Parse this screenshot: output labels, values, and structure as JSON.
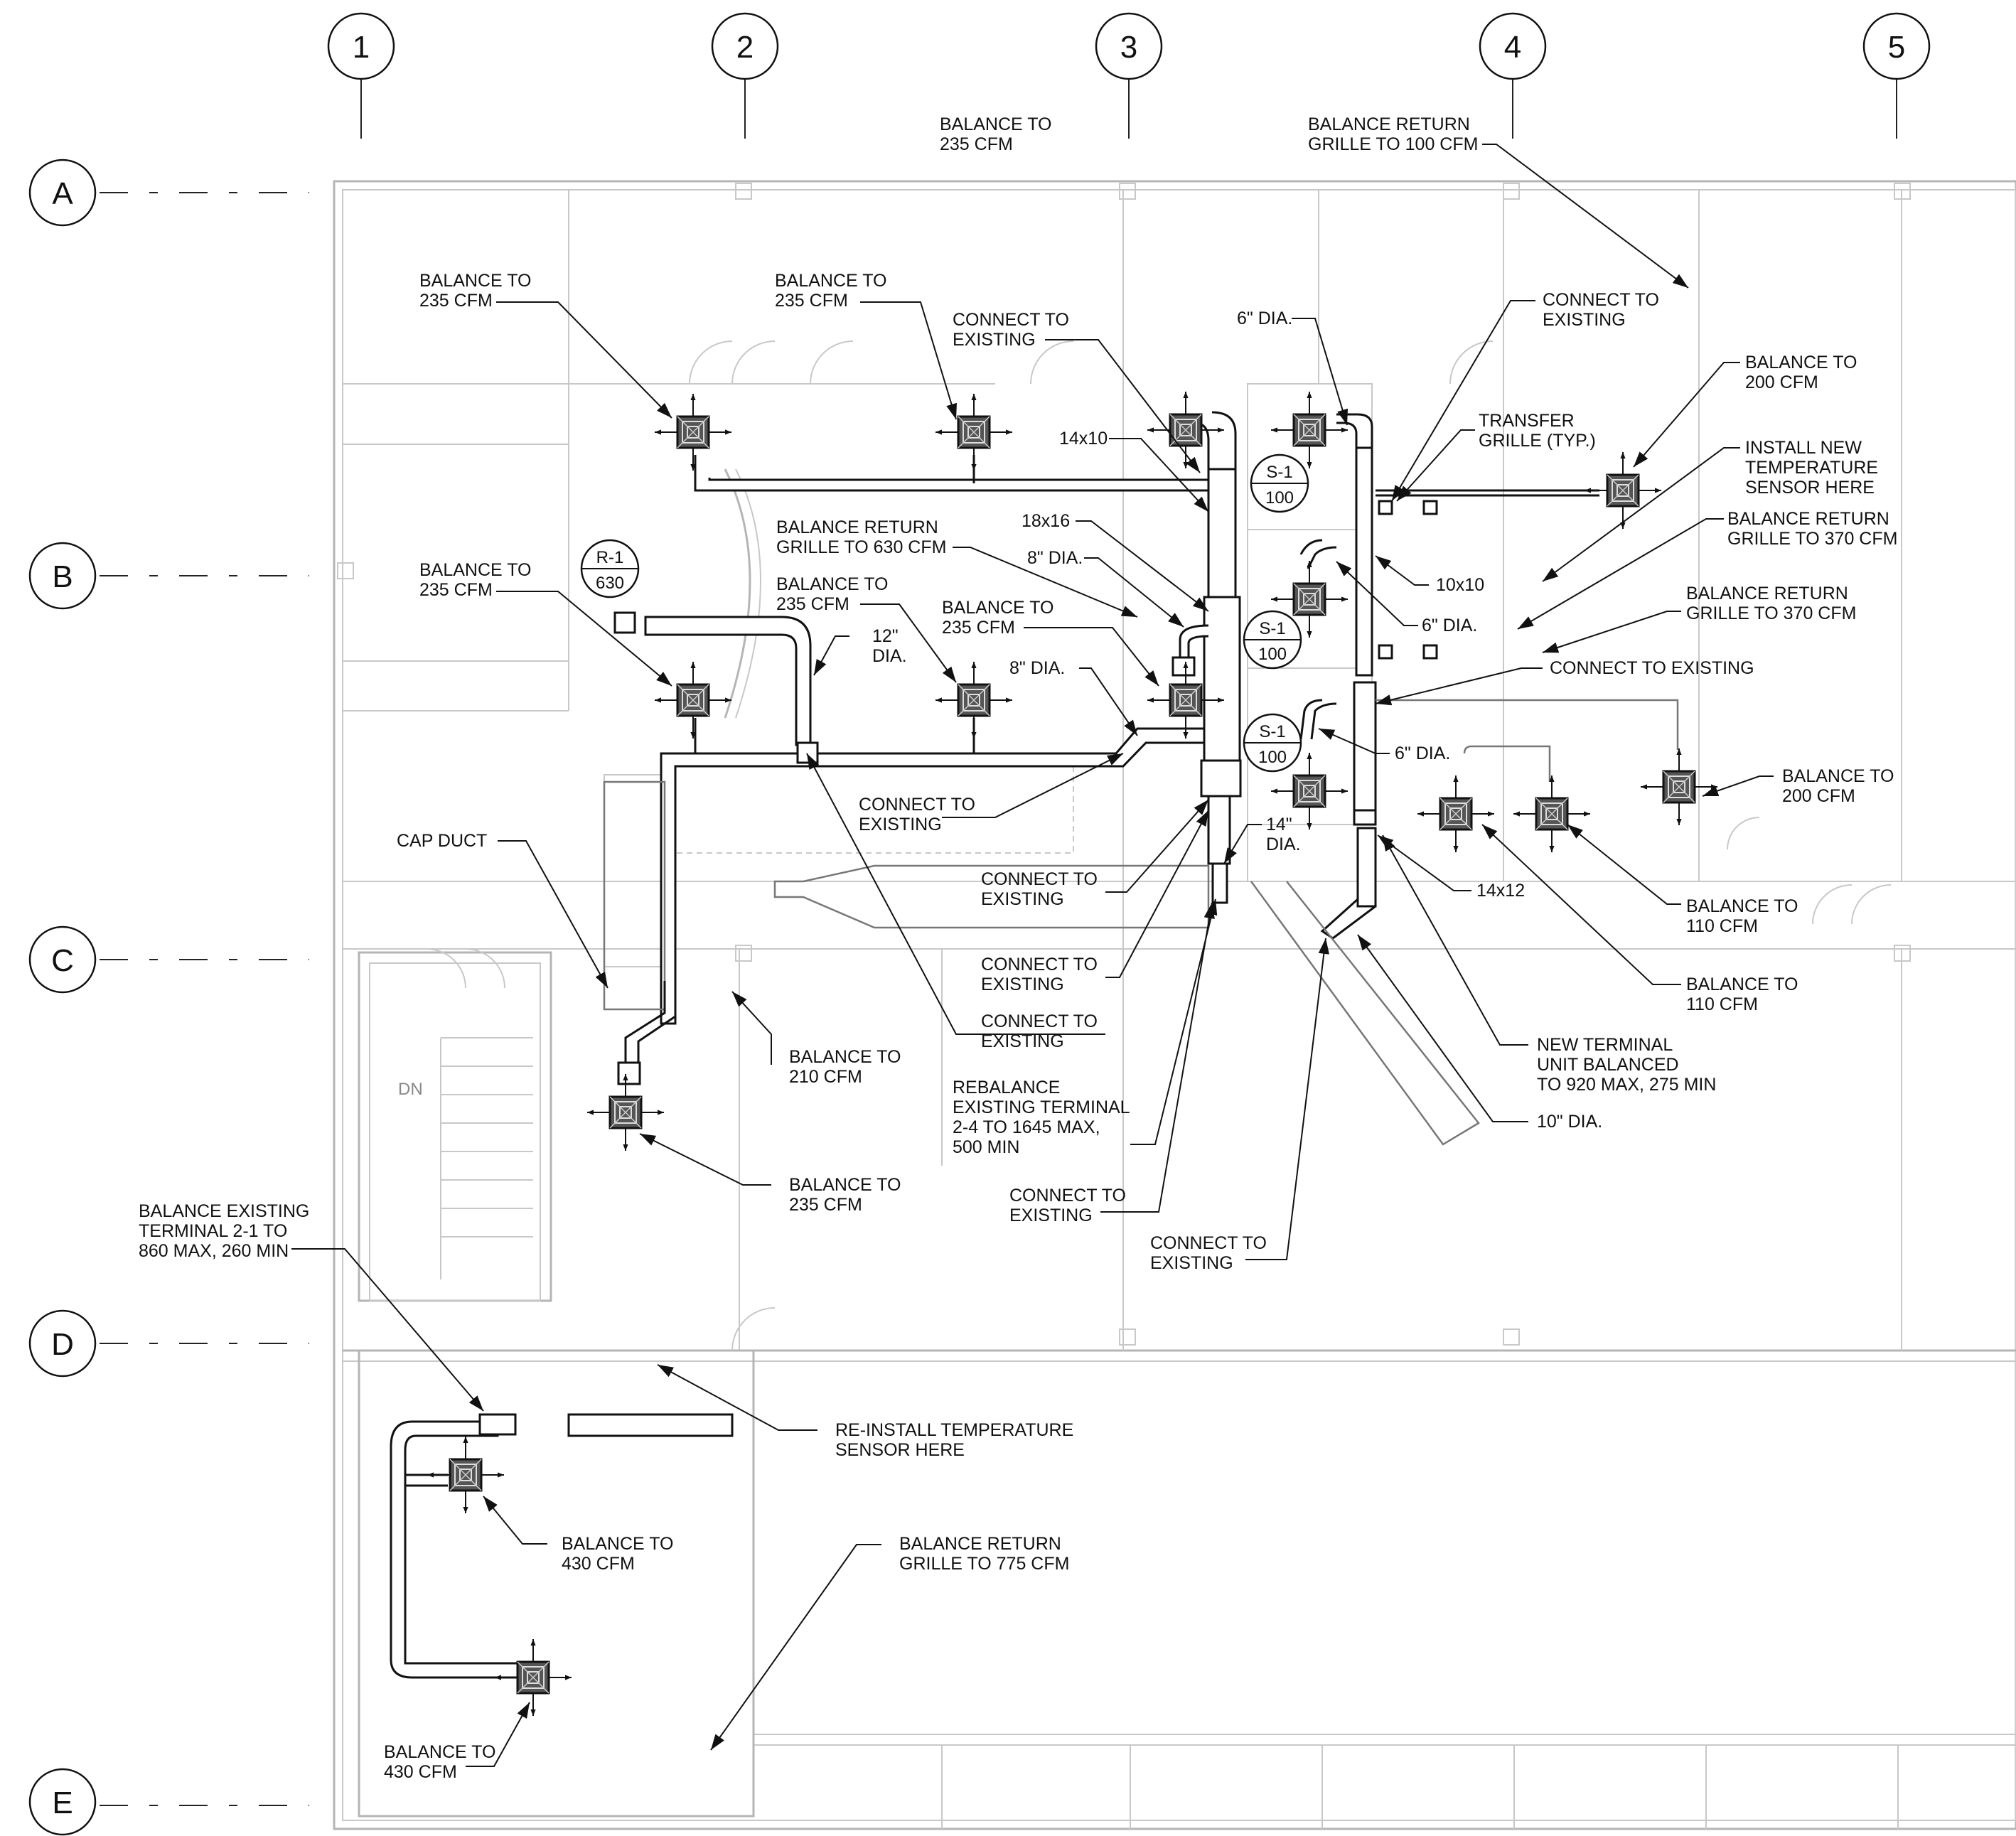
{
  "grid": {
    "columns": [
      "1",
      "2",
      "3",
      "4",
      "5"
    ],
    "rows": [
      "A",
      "B",
      "C",
      "D",
      "E"
    ]
  },
  "tags": [
    {
      "id": "tag-r1",
      "top": "R-1",
      "bottom": "630"
    },
    {
      "id": "tag-s1-a",
      "top": "S-1",
      "bottom": "100"
    },
    {
      "id": "tag-s1-b",
      "top": "S-1",
      "bottom": "100"
    },
    {
      "id": "tag-s1-c",
      "top": "S-1",
      "bottom": "100"
    }
  ],
  "stair_label": "DN",
  "notes": [
    {
      "id": "n1",
      "lines": [
        "BALANCE TO",
        "235 CFM"
      ]
    },
    {
      "id": "n2",
      "lines": [
        "BALANCE RETURN",
        "GRILLE TO 100 CFM"
      ]
    },
    {
      "id": "n3",
      "lines": [
        "BALANCE TO",
        "235 CFM"
      ]
    },
    {
      "id": "n4",
      "lines": [
        "BALANCE TO",
        "235 CFM"
      ]
    },
    {
      "id": "n5",
      "lines": [
        "CONNECT TO",
        "EXISTING"
      ]
    },
    {
      "id": "n6",
      "lines": [
        "6\" DIA."
      ]
    },
    {
      "id": "n7",
      "lines": [
        "CONNECT TO",
        "EXISTING"
      ]
    },
    {
      "id": "n8",
      "lines": [
        "BALANCE TO",
        "200 CFM"
      ]
    },
    {
      "id": "n9",
      "lines": [
        "14x10"
      ]
    },
    {
      "id": "n10",
      "lines": [
        "TRANSFER",
        "GRILLE (TYP.)"
      ]
    },
    {
      "id": "n11",
      "lines": [
        "INSTALL NEW",
        "TEMPERATURE",
        "SENSOR HERE"
      ]
    },
    {
      "id": "n12",
      "lines": [
        "18x16"
      ]
    },
    {
      "id": "n13",
      "lines": [
        "BALANCE RETURN",
        "GRILLE TO 630 CFM"
      ]
    },
    {
      "id": "n14",
      "lines": [
        "BALANCE RETURN",
        "GRILLE TO 370 CFM"
      ]
    },
    {
      "id": "n15",
      "lines": [
        "8\" DIA."
      ]
    },
    {
      "id": "n16",
      "lines": [
        "BALANCE TO",
        "235 CFM"
      ]
    },
    {
      "id": "n17",
      "lines": [
        "10x10"
      ]
    },
    {
      "id": "n18",
      "lines": [
        "BALANCE TO",
        "235 CFM"
      ]
    },
    {
      "id": "n19",
      "lines": [
        "6\" DIA."
      ]
    },
    {
      "id": "n20",
      "lines": [
        "BALANCE RETURN",
        "GRILLE TO 370 CFM"
      ]
    },
    {
      "id": "n21",
      "lines": [
        "12\"",
        "DIA."
      ]
    },
    {
      "id": "n22",
      "lines": [
        "BALANCE TO",
        "235 CFM"
      ]
    },
    {
      "id": "n23",
      "lines": [
        "CONNECT TO EXISTING"
      ]
    },
    {
      "id": "n24",
      "lines": [
        "8\" DIA."
      ]
    },
    {
      "id": "n25",
      "lines": [
        "6\" DIA."
      ]
    },
    {
      "id": "n26",
      "lines": [
        "BALANCE TO",
        "200 CFM"
      ]
    },
    {
      "id": "n27",
      "lines": [
        "CONNECT TO",
        "EXISTING"
      ]
    },
    {
      "id": "n28",
      "lines": [
        "14\"",
        "DIA."
      ]
    },
    {
      "id": "n29",
      "lines": [
        "CAP DUCT"
      ]
    },
    {
      "id": "n30",
      "lines": [
        "CONNECT TO",
        "EXISTING"
      ]
    },
    {
      "id": "n31",
      "lines": [
        "14x12"
      ]
    },
    {
      "id": "n32",
      "lines": [
        "BALANCE TO",
        "110 CFM"
      ]
    },
    {
      "id": "n33",
      "lines": [
        "CONNECT TO",
        "EXISTING"
      ]
    },
    {
      "id": "n34",
      "lines": [
        "BALANCE TO",
        "110 CFM"
      ]
    },
    {
      "id": "n35",
      "lines": [
        "CONNECT TO",
        "EXISTING"
      ]
    },
    {
      "id": "n36",
      "lines": [
        "BALANCE TO",
        "210 CFM"
      ]
    },
    {
      "id": "n37",
      "lines": [
        "NEW TERMINAL",
        "UNIT BALANCED",
        "TO 920 MAX, 275 MIN"
      ]
    },
    {
      "id": "n38",
      "lines": [
        "REBALANCE",
        "EXISTING TERMINAL",
        "2-4 TO 1645 MAX,",
        "500 MIN"
      ]
    },
    {
      "id": "n39",
      "lines": [
        "10\" DIA."
      ]
    },
    {
      "id": "n40",
      "lines": [
        "BALANCE TO",
        "235 CFM"
      ]
    },
    {
      "id": "n41",
      "lines": [
        "CONNECT TO",
        "EXISTING"
      ]
    },
    {
      "id": "n42",
      "lines": [
        "CONNECT TO",
        "EXISTING"
      ]
    },
    {
      "id": "n43",
      "lines": [
        "BALANCE EXISTING",
        "TERMINAL 2-1 TO",
        "860 MAX, 260 MIN"
      ]
    },
    {
      "id": "n44",
      "lines": [
        "RE-INSTALL TEMPERATURE",
        "SENSOR HERE"
      ]
    },
    {
      "id": "n45",
      "lines": [
        "BALANCE TO",
        "430 CFM"
      ]
    },
    {
      "id": "n46",
      "lines": [
        "BALANCE RETURN",
        "GRILLE TO 775 CFM"
      ]
    },
    {
      "id": "n47",
      "lines": [
        "BALANCE TO",
        "430 CFM"
      ]
    }
  ]
}
